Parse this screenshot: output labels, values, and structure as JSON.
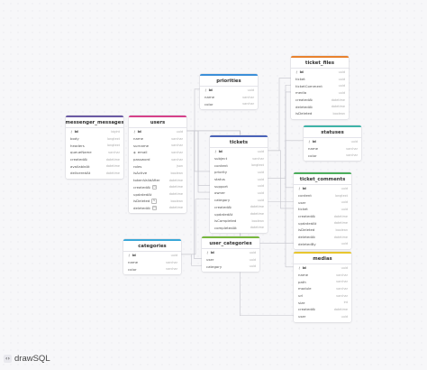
{
  "logo": {
    "text": "drawSQL"
  },
  "colors": {
    "link": "#c4c4cc"
  },
  "tables": [
    {
      "id": "messenger_messages",
      "title": "messenger_messages",
      "color": "#6b5aa3",
      "columns": [
        {
          "name": "id",
          "type": "bigint",
          "pk": true
        },
        {
          "name": "body",
          "type": "longtext"
        },
        {
          "name": "headers",
          "type": "longtext"
        },
        {
          "name": "queueName",
          "type": "varchar"
        },
        {
          "name": "createdAt",
          "type": "datetime"
        },
        {
          "name": "availableAt",
          "type": "datetime"
        },
        {
          "name": "deliveredAt",
          "type": "datetime"
        }
      ]
    },
    {
      "id": "users",
      "title": "users",
      "color": "#d6418a",
      "columns": [
        {
          "name": "id",
          "type": "uuid",
          "pk": true
        },
        {
          "name": "name",
          "type": "varchar"
        },
        {
          "name": "surname",
          "type": "varchar"
        },
        {
          "name": "email",
          "type": "varchar",
          "key": "◆"
        },
        {
          "name": "password",
          "type": "varchar"
        },
        {
          "name": "roles",
          "type": "json"
        },
        {
          "name": "isActive",
          "type": "boolean"
        },
        {
          "name": "tokenValidAfter",
          "type": "datetime"
        },
        {
          "name": "createdAt",
          "type": "datetime",
          "nn": "N"
        },
        {
          "name": "updatedAt",
          "type": "datetime"
        },
        {
          "name": "isDeleted",
          "type": "boolean",
          "nn": "N"
        },
        {
          "name": "deletedAt",
          "type": "datetime",
          "nn": "N"
        }
      ]
    },
    {
      "id": "priorities",
      "title": "priorities",
      "color": "#3b8fd9",
      "columns": [
        {
          "name": "id",
          "type": "uuid",
          "pk": true
        },
        {
          "name": "name",
          "type": "varchar"
        },
        {
          "name": "color",
          "type": "varchar"
        }
      ]
    },
    {
      "id": "tickets",
      "title": "tickets",
      "color": "#4a63b8",
      "columns": [
        {
          "name": "id",
          "type": "uuid",
          "pk": true
        },
        {
          "name": "subject",
          "type": "varchar"
        },
        {
          "name": "content",
          "type": "longtext"
        },
        {
          "name": "priority",
          "type": "uuid"
        },
        {
          "name": "status",
          "type": "uuid"
        },
        {
          "name": "support",
          "type": "uuid"
        },
        {
          "name": "owner",
          "type": "uuid"
        },
        {
          "name": "category",
          "type": "uuid"
        },
        {
          "name": "createdAt",
          "type": "datetime"
        },
        {
          "name": "updatedAt",
          "type": "datetime"
        },
        {
          "name": "isCompleted",
          "type": "boolean"
        },
        {
          "name": "completedAt",
          "type": "datetime"
        }
      ]
    },
    {
      "id": "ticket_files",
      "title": "ticket_files",
      "color": "#e8822e",
      "columns": [
        {
          "name": "id",
          "type": "uuid",
          "pk": true
        },
        {
          "name": "ticket",
          "type": "uuid"
        },
        {
          "name": "ticketComment",
          "type": "uuid"
        },
        {
          "name": "media",
          "type": "uuid"
        },
        {
          "name": "createdAt",
          "type": "datetime"
        },
        {
          "name": "deletedAt",
          "type": "datetime"
        },
        {
          "name": "isDeleted",
          "type": "boolean"
        }
      ]
    },
    {
      "id": "statuses",
      "title": "statuses",
      "color": "#3fb3a8",
      "columns": [
        {
          "name": "id",
          "type": "uuid",
          "pk": true
        },
        {
          "name": "name",
          "type": "varchar"
        },
        {
          "name": "color",
          "type": "varchar"
        }
      ]
    },
    {
      "id": "ticket_comments",
      "title": "ticket_comments",
      "color": "#4cae5c",
      "columns": [
        {
          "name": "id",
          "type": "uuid",
          "pk": true
        },
        {
          "name": "content",
          "type": "longtext"
        },
        {
          "name": "user",
          "type": "uuid"
        },
        {
          "name": "ticket",
          "type": "uuid"
        },
        {
          "name": "createdAt",
          "type": "datetime"
        },
        {
          "name": "updatedAt",
          "type": "datetime"
        },
        {
          "name": "isDeleted",
          "type": "boolean"
        },
        {
          "name": "deletedAt",
          "type": "datetime"
        },
        {
          "name": "deletedBy",
          "type": "uuid"
        }
      ]
    },
    {
      "id": "categories",
      "title": "categories",
      "color": "#3aa8d8",
      "columns": [
        {
          "name": "id",
          "type": "uuid",
          "pk": true
        },
        {
          "name": "name",
          "type": "varchar"
        },
        {
          "name": "color",
          "type": "varchar"
        }
      ]
    },
    {
      "id": "user_categories",
      "title": "user_categories",
      "color": "#78b83e",
      "columns": [
        {
          "name": "id",
          "type": "uuid",
          "pk": true
        },
        {
          "name": "user",
          "type": "uuid"
        },
        {
          "name": "category",
          "type": "uuid"
        }
      ]
    },
    {
      "id": "medias",
      "title": "medias",
      "color": "#e8c62e",
      "columns": [
        {
          "name": "id",
          "type": "uuid",
          "pk": true
        },
        {
          "name": "name",
          "type": "varchar"
        },
        {
          "name": "path",
          "type": "varchar"
        },
        {
          "name": "module",
          "type": "varchar"
        },
        {
          "name": "url",
          "type": "varchar"
        },
        {
          "name": "size",
          "type": "int"
        },
        {
          "name": "createdAt",
          "type": "datetime"
        },
        {
          "name": "user",
          "type": "uuid"
        }
      ]
    }
  ],
  "relations": [
    {
      "from": "tickets.priority",
      "to": "priorities.id"
    },
    {
      "from": "tickets.status",
      "to": "statuses.id"
    },
    {
      "from": "tickets.support",
      "to": "users.id"
    },
    {
      "from": "tickets.owner",
      "to": "users.id"
    },
    {
      "from": "tickets.category",
      "to": "categories.id"
    },
    {
      "from": "ticket_files.ticket",
      "to": "tickets.id"
    },
    {
      "from": "ticket_files.ticketComment",
      "to": "ticket_comments.id"
    },
    {
      "from": "ticket_files.media",
      "to": "medias.id"
    },
    {
      "from": "ticket_comments.user",
      "to": "users.id"
    },
    {
      "from": "ticket_comments.ticket",
      "to": "tickets.id"
    },
    {
      "from": "ticket_comments.deletedBy",
      "to": "users.id"
    },
    {
      "from": "user_categories.user",
      "to": "users.id"
    },
    {
      "from": "user_categories.category",
      "to": "categories.id"
    },
    {
      "from": "medias.user",
      "to": "users.id"
    }
  ]
}
